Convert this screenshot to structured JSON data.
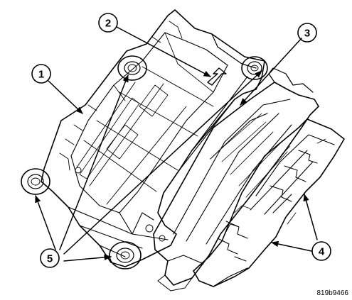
{
  "diagram": {
    "figure_id": "819b9466",
    "callouts": {
      "c1": "1",
      "c2": "2",
      "c3": "3",
      "c4": "4",
      "c5": "5"
    },
    "colors": {
      "line": "#000000",
      "background": "#ffffff"
    }
  }
}
